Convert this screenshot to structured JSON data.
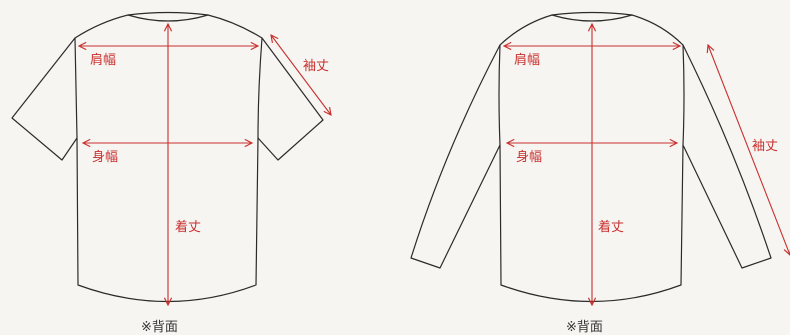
{
  "colors": {
    "background": "#f7f5f1",
    "outline": "#2b2b2b",
    "measure": "#c8302f"
  },
  "short_sleeve": {
    "shoulder_width": "肩幅",
    "sleeve_length": "袖丈",
    "body_width": "身幅",
    "length": "着丈",
    "caption": "※背面"
  },
  "long_sleeve": {
    "shoulder_width": "肩幅",
    "sleeve_length": "袖丈",
    "body_width": "身幅",
    "length": "着丈",
    "caption": "※背面"
  }
}
